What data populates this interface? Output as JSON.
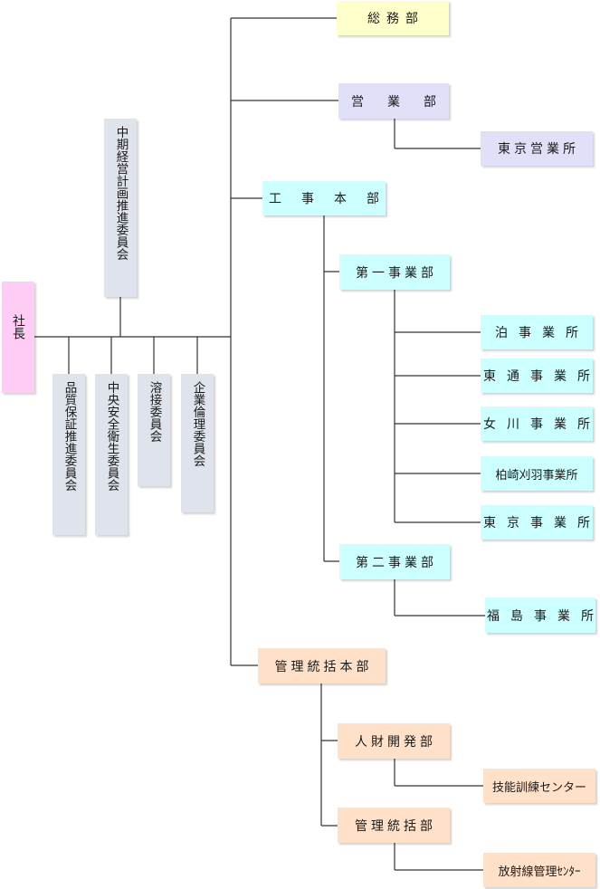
{
  "colors": {
    "general_affairs": "#ffffcc",
    "sales": "#e0e0f8",
    "construction": "#ccffff",
    "management": "#ffe0c8",
    "committee": "#dfe3ec",
    "president": "#ffccf5",
    "line": "#333333"
  },
  "president": "社長",
  "committees": {
    "midterm": "中期経営計画推進委員会",
    "quality": "品質保証推進委員会",
    "safety": "中央安全衛生委員会",
    "welding": "溶接委員会",
    "ethics": "企業倫理委員会"
  },
  "departments": {
    "general_affairs": "総務部",
    "sales": "営業部",
    "tokyo_sales_office": "東京営業所",
    "construction_hq": "工事本部",
    "first_division": "第一事業部",
    "tomari": "泊事業所",
    "higashidori": "東通事業所",
    "onagawa": "女川事業所",
    "kashiwazaki": "柏崎刈羽事業所",
    "tokyo_office": "東京事業所",
    "second_division": "第二事業部",
    "fukushima": "福島事業所",
    "management_hq": "管理統括本部",
    "hr_dept": "人財開発部",
    "skills_center": "技能訓練センター",
    "mgmt_dept": "管理統括部",
    "radiation_center": "放射線管理ｾﾝﾀｰ"
  }
}
